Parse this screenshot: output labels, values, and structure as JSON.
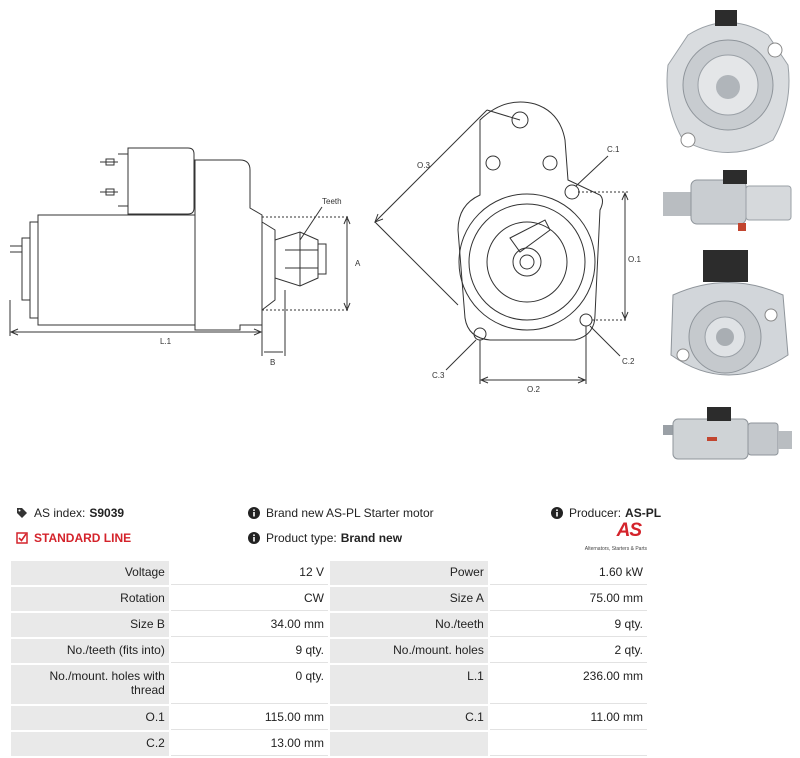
{
  "header": {
    "as_index_label": "AS index:",
    "as_index_value": "S9039",
    "standard_line": "STANDARD LINE",
    "description": "Brand new AS-PL Starter motor",
    "product_type_label": "Product type:",
    "product_type_value": "Brand new",
    "producer_label": "Producer:",
    "producer_value": "AS-PL",
    "logo_mark": "AS",
    "logo_tagline": "Alternators, Starters & Parts"
  },
  "drawing": {
    "teeth": "Teeth",
    "dim_a": "A",
    "dim_b": "B",
    "dim_l1": "L.1",
    "dim_o1": "O.1",
    "dim_o2": "O.2",
    "dim_o3": "O.3",
    "dim_c1": "C.1",
    "dim_c2": "C.2",
    "dim_c3": "C.3"
  },
  "specs": [
    {
      "l1": "Voltage",
      "v1": "12 V",
      "l2": "Power",
      "v2": "1.60 kW"
    },
    {
      "l1": "Rotation",
      "v1": "CW",
      "l2": "Size A",
      "v2": "75.00 mm"
    },
    {
      "l1": "Size B",
      "v1": "34.00 mm",
      "l2": "No./teeth",
      "v2": "9 qty."
    },
    {
      "l1": "No./teeth (fits into)",
      "v1": "9 qty.",
      "l2": "No./mount. holes",
      "v2": "2 qty."
    },
    {
      "l1": "No./mount. holes with thread",
      "v1": "0 qty.",
      "l2": "L.1",
      "v2": "236.00 mm"
    },
    {
      "l1": "O.1",
      "v1": "115.00 mm",
      "l2": "C.1",
      "v2": "11.00 mm"
    },
    {
      "l1": "C.2",
      "v1": "13.00 mm",
      "l2": "",
      "v2": ""
    }
  ]
}
